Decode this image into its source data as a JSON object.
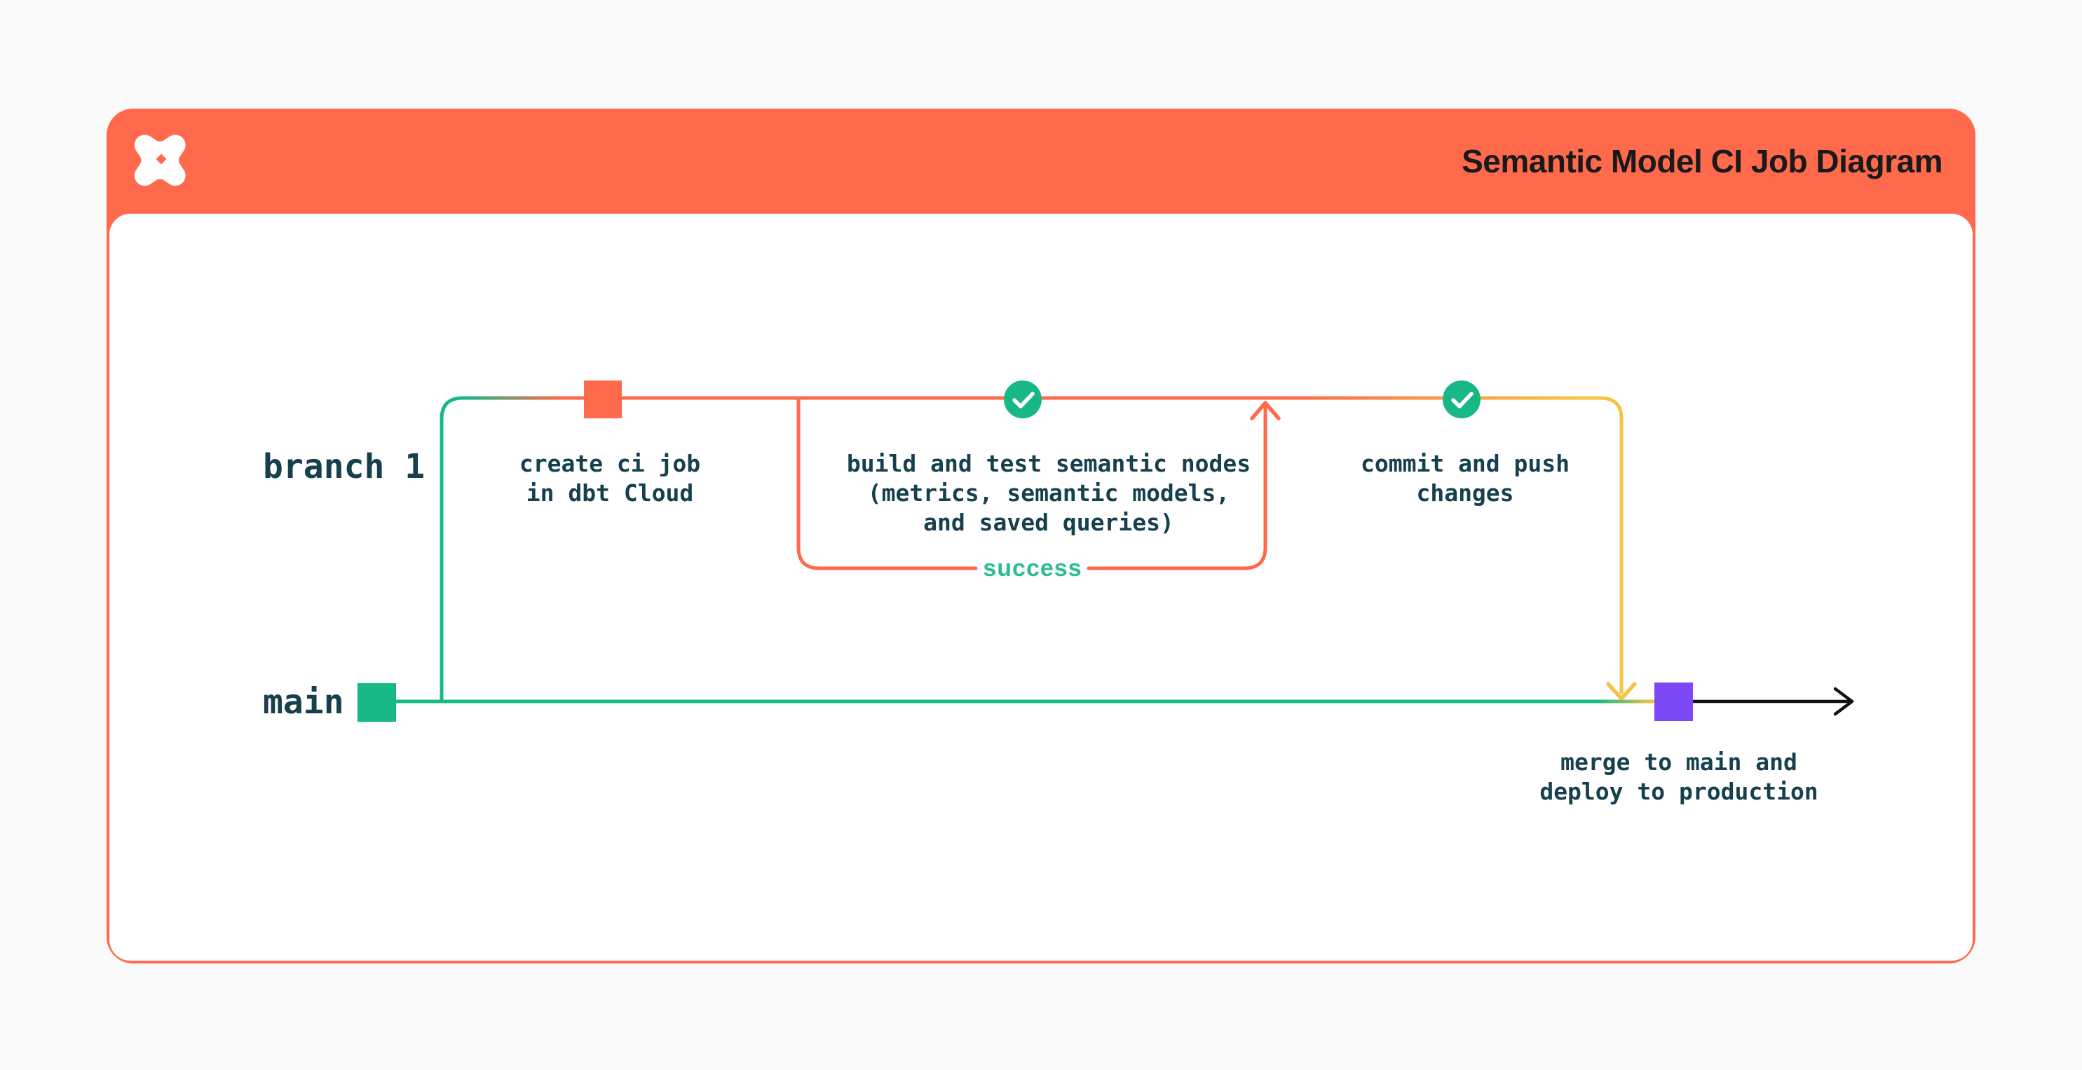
{
  "page": {
    "background": "#FAFAFB"
  },
  "header": {
    "title": "Semantic Model CI Job Diagram",
    "logo_name": "dbt-logo",
    "background": "#FF6A4C",
    "title_color": "#1A1A1A"
  },
  "diagram": {
    "branch_label": "branch 1",
    "main_label": "main",
    "steps": {
      "create_ci_job": "create ci job\nin dbt Cloud",
      "build_test": "build and test semantic nodes\n(metrics, semantic models,\nand saved queries)",
      "success": "success",
      "commit_push": "commit and push\nchanges",
      "merge_deploy": "merge to main and\ndeploy to production"
    },
    "icons": {
      "check_1": "check-circle-icon",
      "check_2": "check-circle-icon",
      "branch_commit_node": "orange-commit-square",
      "main_start_node": "teal-commit-square",
      "merge_node": "purple-merge-square"
    },
    "colors": {
      "orange": "#FF6A4C",
      "teal": "#18B886",
      "yellow": "#F6C443",
      "purple": "#7D49F6",
      "success_green": "#2BBE8D",
      "ink": "#16404E",
      "arrow_black": "#111111"
    }
  }
}
